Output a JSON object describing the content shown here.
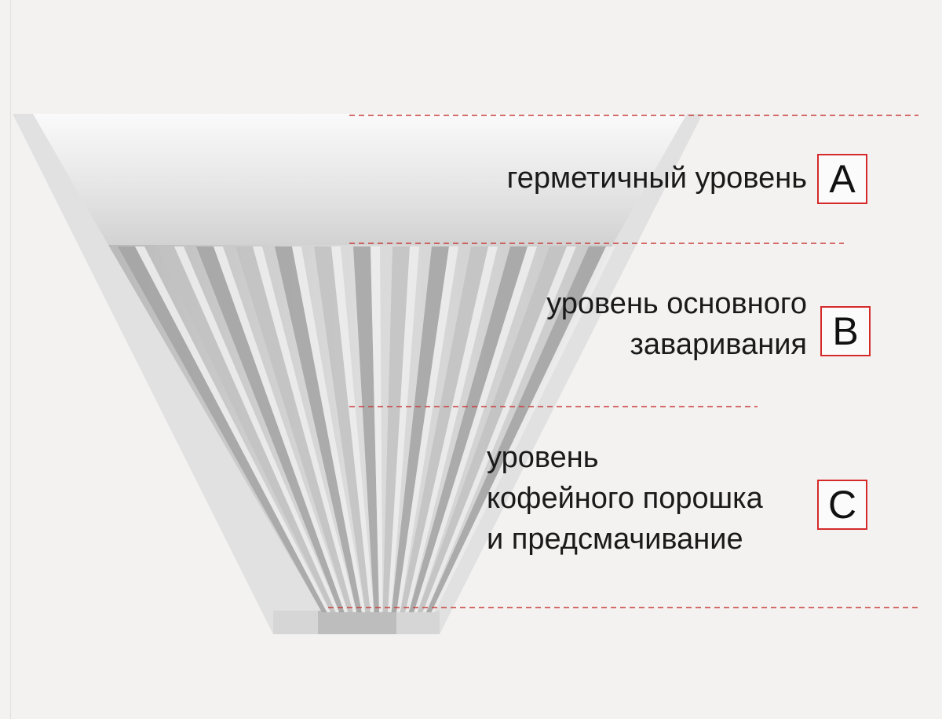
{
  "levels": [
    {
      "id": "A",
      "lines": [
        "герметичный уровень"
      ]
    },
    {
      "id": "B",
      "lines": [
        "уровень основного",
        "заваривания"
      ]
    },
    {
      "id": "C",
      "lines": [
        "уровень",
        "кофейного порошка",
        "и предсмачивание"
      ]
    }
  ],
  "colors": {
    "background": "#f4f2f1",
    "divider": "#c8403c",
    "box_border": "#d42a2a",
    "cone_light": "#f6f6f6",
    "cone_mid": "#cfcfcf",
    "cone_dark": "#8c8c8c"
  }
}
